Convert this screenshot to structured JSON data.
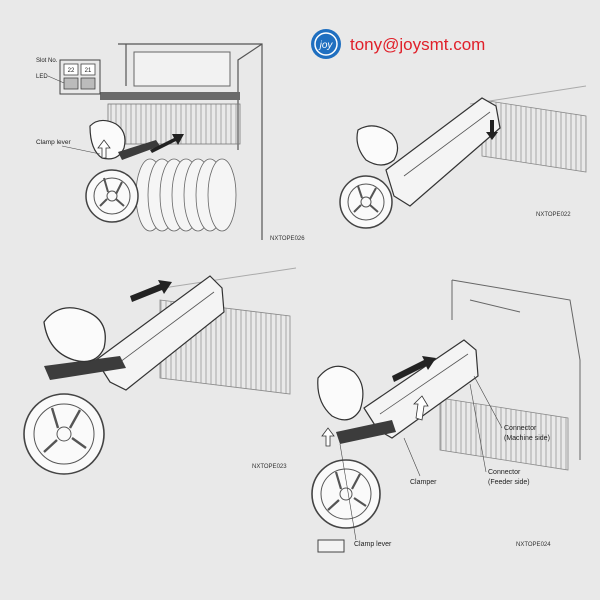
{
  "watermark": {
    "logo_text": "joy",
    "email": "tony@joysmt.com",
    "color": "#e0202a",
    "logo_color": "#1f6fc0"
  },
  "panels": [
    {
      "id": "panel-1",
      "labels": {
        "slot_no": "Slot No.",
        "led": "LED",
        "slot_a": "22",
        "slot_b": "21",
        "clamp_lever": "Clamp lever"
      },
      "code": "NXTOPE026"
    },
    {
      "id": "panel-2",
      "code": "NXTOPE022"
    },
    {
      "id": "panel-3",
      "code": "NXTOPE023"
    },
    {
      "id": "panel-4",
      "labels": {
        "connector_machine_1": "Connector",
        "connector_machine_2": "(Machine side)",
        "connector_feeder_1": "Connector",
        "connector_feeder_2": "(Feeder side)",
        "clamper": "Clamper",
        "clamp_lever": "Clamp lever"
      },
      "code": "NXTOPE024"
    }
  ],
  "colors": {
    "background": "#e9e9e9",
    "line": "#3a3a3a",
    "light_line": "#9a9a9a"
  }
}
